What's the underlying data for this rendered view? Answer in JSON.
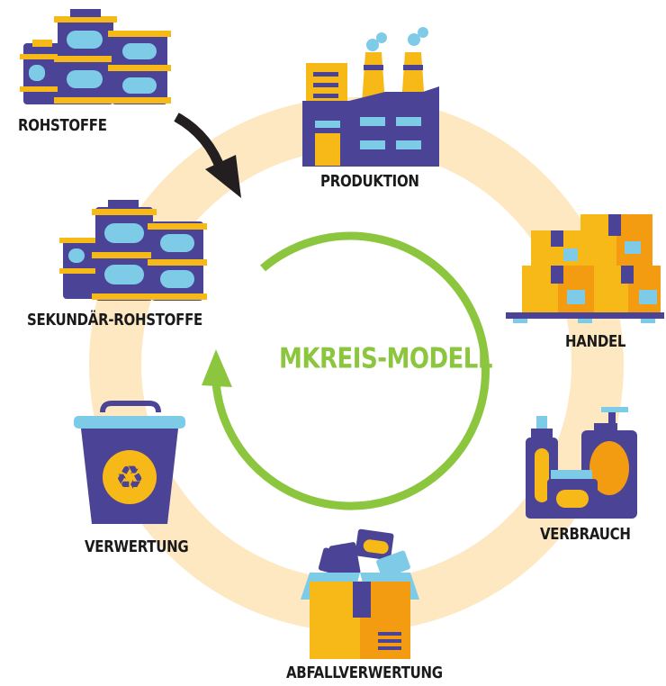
{
  "title": "MKREIS-MODELL",
  "stages": {
    "rohstoffe": "ROHSTOFFE",
    "produktion": "PRODUKTION",
    "handel": "HANDEL",
    "verbrauch": "VERBRAUCH",
    "abfallverwertung": "ABFALLVERWERTUNG",
    "verwertung": "VERWERTUNG",
    "sekundaer_rohstoffe": "SEKUNDÄR-ROHSTOFFE"
  },
  "colors": {
    "ring": "#fde8c2",
    "cycle_arrow": "#8cc63f",
    "title": "#8cc63f",
    "purple": "#4a4396",
    "yellow": "#f7b917",
    "orange": "#f39c12",
    "light_blue": "#7ecbe8",
    "black_arrow": "#231f20"
  },
  "icons": [
    "barrels-icon",
    "factory-icon",
    "boxes-icon",
    "bottles-icon",
    "open-box-icon",
    "recycle-bin-icon",
    "barrels-icon"
  ]
}
